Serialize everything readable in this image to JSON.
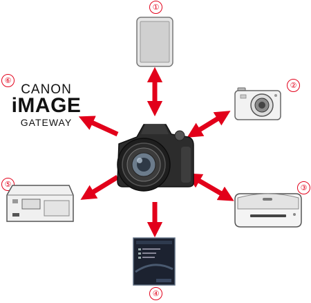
{
  "labels": {
    "n1": "①",
    "n2": "②",
    "n3": "③",
    "n4": "④",
    "n5": "⑤",
    "n6": "⑥"
  },
  "logo": {
    "line1": "CANON",
    "line2": "iMAGE",
    "line3": "GATEWAY"
  },
  "colors": {
    "arrow": "#e2001a",
    "number": "#e2001a"
  },
  "icons": {
    "center": "dslr-camera-icon",
    "n1": "tablet-icon",
    "n2": "compact-camera-icon",
    "n3": "connect-station-icon",
    "n4": "computer-screen-icon",
    "n5": "printer-icon",
    "n6": "canon-image-gateway-logo"
  }
}
